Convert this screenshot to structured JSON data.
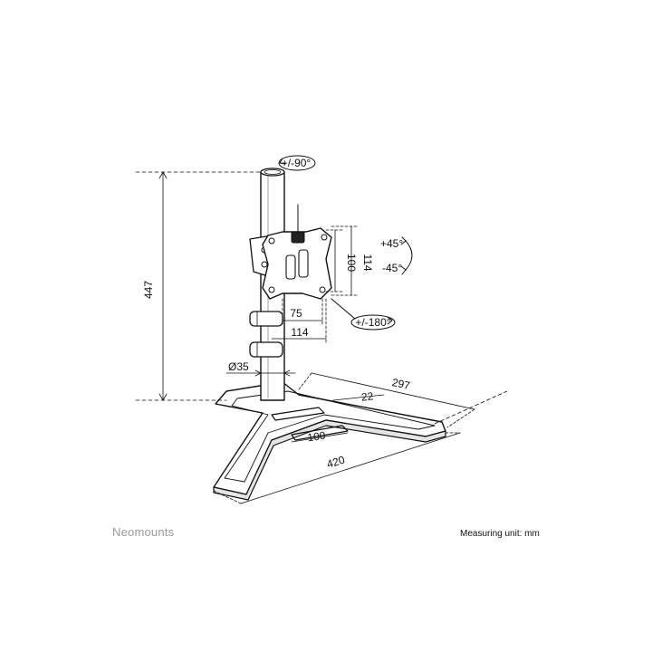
{
  "brand": "Neomounts",
  "measuring_unit": "Measuring unit: mm",
  "dimensions": {
    "height": "447",
    "tilt_up": "+45°",
    "tilt_down": "-45°",
    "swivel": "+/-90°",
    "rotation": "+/-180°",
    "vesa_v_small": "100",
    "vesa_v_large": "114",
    "vesa_h_small": "75",
    "vesa_h_large": "114",
    "pole_diameter": "Ø35",
    "base_depth": "297",
    "slot_width": "22",
    "slot_length": "100",
    "base_width": "420"
  }
}
